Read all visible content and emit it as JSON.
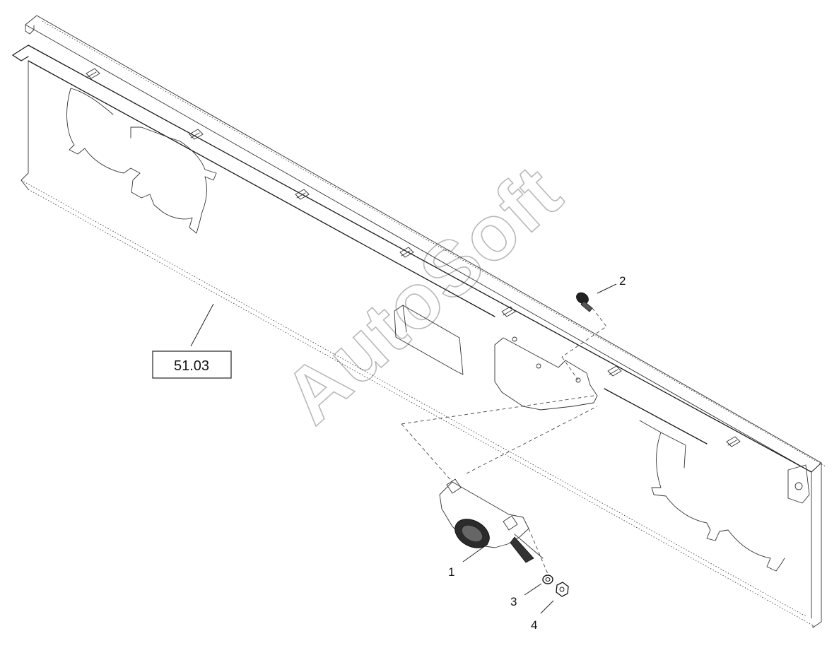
{
  "diagram": {
    "reference_box": {
      "label": "51.03"
    },
    "callouts": [
      {
        "id": "1",
        "label": "1",
        "part": "alarm-buzzer"
      },
      {
        "id": "2",
        "label": "2",
        "part": "bolt"
      },
      {
        "id": "3",
        "label": "3",
        "part": "washer"
      },
      {
        "id": "4",
        "label": "4",
        "part": "nut"
      }
    ],
    "watermark": "AutoSoft"
  }
}
